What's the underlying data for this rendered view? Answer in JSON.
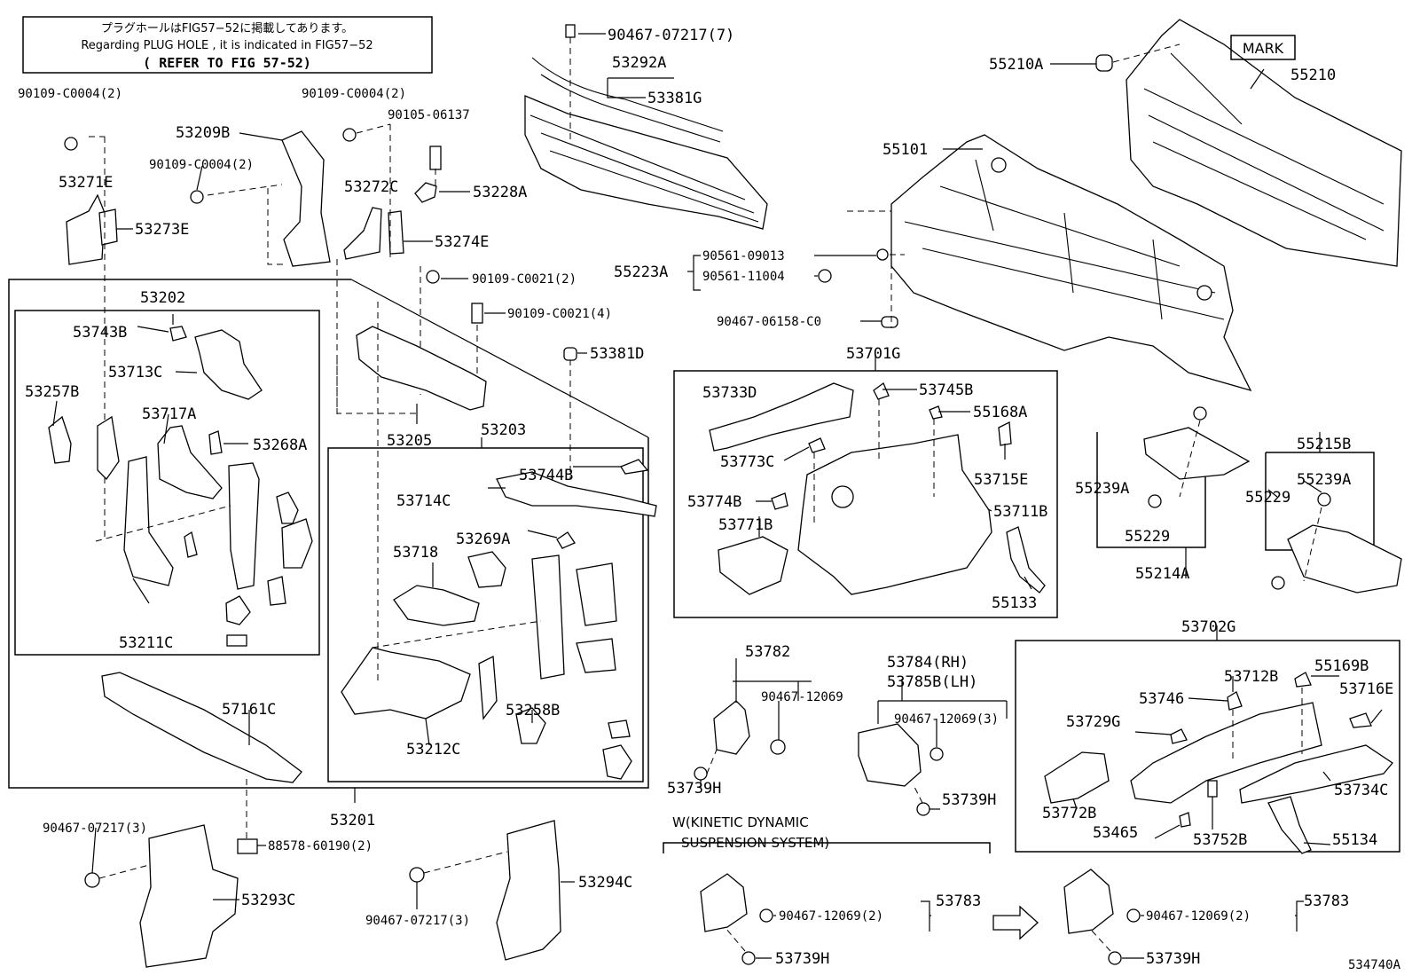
{
  "note": {
    "jp": "プラグホールはFIG57−52に掲載してあります。",
    "en": "Regarding PLUG HOLE , it is indicated in FIG57−52",
    "refer": "( REFER TO FIG 57-52)"
  },
  "mark_label": "MARK",
  "kinetic_note": {
    "line1": "W(KINETIC DYNAMIC",
    "line2": "SUSPENSION SYSTEM)"
  },
  "figure_id": "534740A",
  "labels": {
    "p90467_07217_7": "90467-07217(7)",
    "p53292A": "53292A",
    "p53381G": "53381G",
    "p55210A": "55210A",
    "p55210": "55210",
    "p90109_C0004_a": "90109-C0004(2)",
    "p90109_C0004_b": "90109-C0004(2)",
    "p90109_C0004_c": "90109-C0004(2)",
    "p90105_06137": "90105-06137",
    "p53209B": "53209B",
    "p53271E": "53271E",
    "p53273E": "53273E",
    "p53272C": "53272C",
    "p53228A": "53228A",
    "p53274E": "53274E",
    "p55101": "55101",
    "p90561_09013": "90561-09013",
    "p90561_11004": "90561-11004",
    "p55223A": "55223A",
    "p90467_06158": "90467-06158-C0",
    "p90109_C0021_a": "90109-C0021(2)",
    "p90109_C0021_b": "90109-C0021(4)",
    "p53202": "53202",
    "p53743B": "53743B",
    "p53713C": "53713C",
    "p53257B": "53257B",
    "p53717A": "53717A",
    "p53268A": "53268A",
    "p53211C": "53211C",
    "p53205": "53205",
    "p53381D": "53381D",
    "p53701G": "53701G",
    "p53733D": "53733D",
    "p53745B": "53745B",
    "p55168A": "55168A",
    "p53773C": "53773C",
    "p53715E": "53715E",
    "p53774B": "53774B",
    "p53771B": "53771B",
    "p53711B": "53711B",
    "p55133": "55133",
    "p53203": "53203",
    "p53744B": "53744B",
    "p53714C": "53714C",
    "p53269A": "53269A",
    "p53718": "53718",
    "p53258B": "53258B",
    "p53212C": "53212C",
    "p55239A_a": "55239A",
    "p55229_a": "55229",
    "p55214A": "55214A",
    "p55215B": "55215B",
    "p55239A_b": "55239A",
    "p55229_b": "55229",
    "p57161C": "57161C",
    "p53201": "53201",
    "p53782": "53782",
    "p90467_12069_a": "90467-12069",
    "p53739H_a": "53739H",
    "p53784": "53784(RH)",
    "p53785B": "53785B(LH)",
    "p90467_12069_b": "90467-12069(3)",
    "p53739H_b": "53739H",
    "p53702G": "53702G",
    "p53712B": "53712B",
    "p55169B": "55169B",
    "p53746": "53746",
    "p53716E": "53716E",
    "p53729G": "53729G",
    "p53772B": "53772B",
    "p53734C": "53734C",
    "p53465": "53465",
    "p53752B": "53752B",
    "p55134": "55134",
    "p90467_07217_3a": "90467-07217(3)",
    "p88578_60190": "88578-60190(2)",
    "p53293C": "53293C",
    "p90467_07217_3b": "90467-07217(3)",
    "p53294C": "53294C",
    "p53783_a": "53783",
    "p90467_12069_c": "90467-12069(2)",
    "p53739H_c": "53739H",
    "p53783_b": "53783",
    "p90467_12069_d": "90467-12069(2)",
    "p53739H_d": "53739H"
  }
}
